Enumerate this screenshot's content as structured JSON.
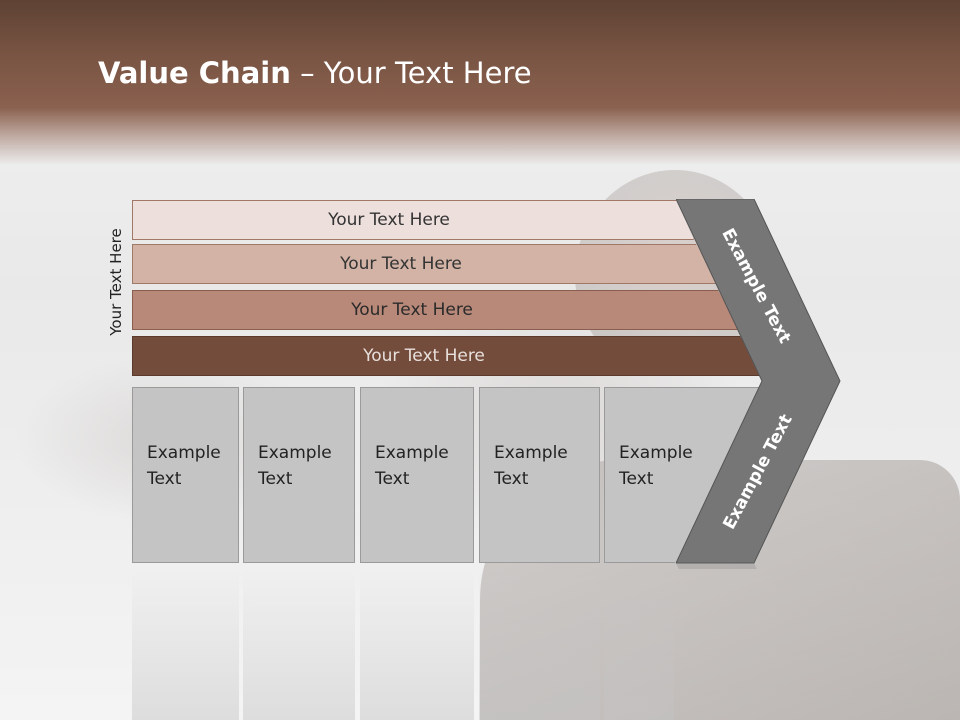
{
  "slide": {
    "title_strong": "Value Chain",
    "title_rest": " – Your Text Here"
  },
  "diagram": {
    "side_label": "Your Text Here",
    "bars": [
      {
        "label": "Your Text Here",
        "color": "#eddfdc"
      },
      {
        "label": "Your Text Here",
        "color": "#d2b3a6"
      },
      {
        "label": "Your Text Here",
        "color": "#b88878"
      },
      {
        "label": "Your Text Here",
        "color": "#744c3c"
      }
    ],
    "boxes": [
      {
        "label": "Example\nText"
      },
      {
        "label": "Example\nText"
      },
      {
        "label": "Example\nText"
      },
      {
        "label": "Example\nText"
      },
      {
        "label": "Example\nText"
      }
    ],
    "chevron_upper_label": "Example Text",
    "chevron_lower_label": "Example Text",
    "chevron_color": "#767676"
  }
}
